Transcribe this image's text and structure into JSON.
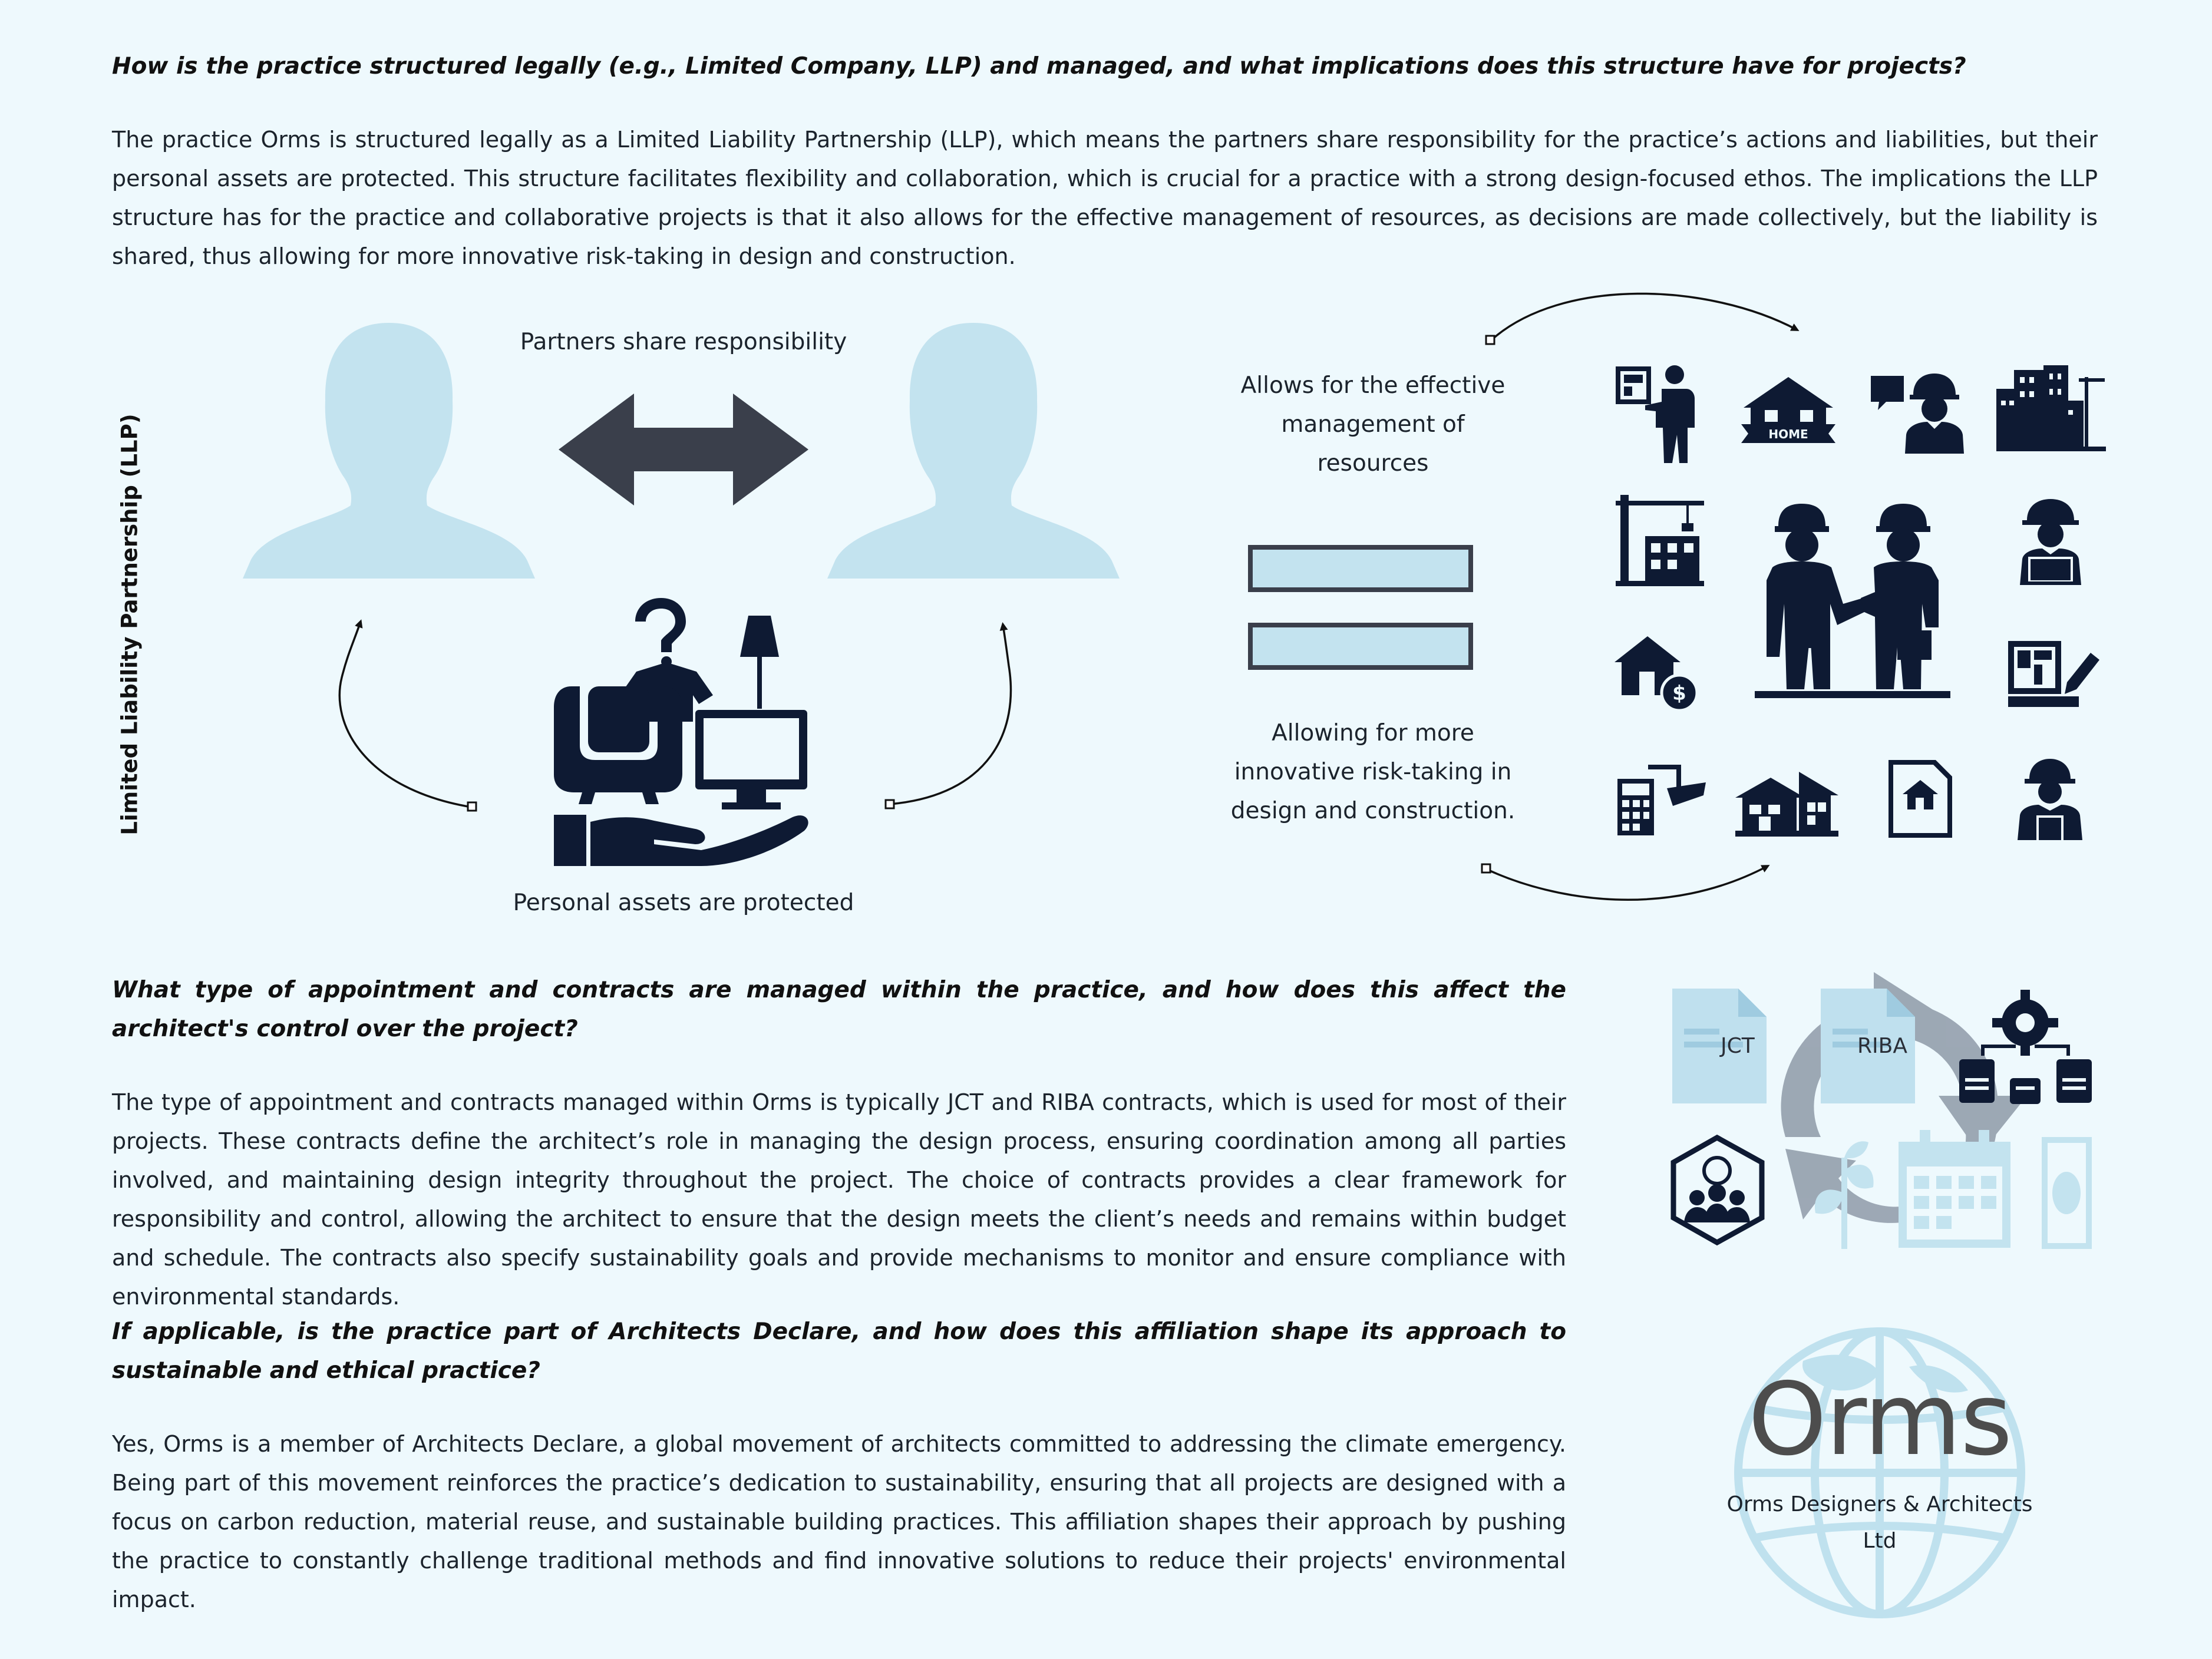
{
  "section1": {
    "question": "How is the practice structured legally (e.g., Limited Company, LLP) and managed, and what implications does this structure have for projects?",
    "answer": "The practice Orms is structured legally as a Limited Liability Partnership (LLP), which means the partners share responsibility for the practice’s actions and liabilities, but their personal assets are protected. This structure facilitates flexibility and collaboration, which is crucial for a practice with a strong design-focused ethos. The implications the LLP structure has for the practice and collaborative projects is that it also allows for the effective management of resources, as decisions are made collectively, but the liability is shared, thus allowing for more innovative risk-taking in design and construction."
  },
  "diagram_left": {
    "vertical_label": "Limited Liability Partnership (LLP)",
    "top_label": "Partners share responsibility",
    "bottom_label": "Personal assets are protected",
    "colors": {
      "silhouette": "#c3e3ef",
      "arrow": "#3a3f4b",
      "icon": "#0e1a33"
    },
    "icons": [
      "partner-silhouette-icon",
      "double-arrow-icon",
      "personal-assets-hand-icon"
    ]
  },
  "diagram_right": {
    "top_label": "Allows for the effective management of resources",
    "bottom_label": "Allowing for more innovative risk-taking in design and construction.",
    "home_sign": "HOME",
    "icons": [
      "architect-blueprint-icon",
      "home-house-icon",
      "worker-speech-icon",
      "city-buildings-icon",
      "construction-crane-icon",
      "engineer-laptop-icon",
      "handshake-engineers-icon",
      "house-dollar-icon",
      "blueprint-pencil-icon",
      "calculator-drafting-icon",
      "family-house-icon",
      "house-document-icon",
      "construction-worker-icon"
    ],
    "colors": {
      "bars_fill": "#c3e3ef",
      "bars_stroke": "#3a3f4b",
      "icon": "#0e1a33"
    }
  },
  "section2": {
    "question": "What type of appointment and contracts are managed within the practice, and how does this affect the architect's control over the project?",
    "answer": "The type of appointment and contracts managed within Orms is typically JCT and RIBA contracts, which is used for most of their projects. These contracts define the architect’s role in managing the design process, ensuring coordination among all parties involved, and maintaining design integrity throughout the project. The choice of contracts provides a clear framework for responsibility and control, allowing the architect to ensure that the design meets the client’s needs and remains within budget and schedule. The contracts also specify sustainability goals and provide mechanisms to monitor and ensure compliance with environmental standards."
  },
  "contracts_graphic": {
    "doc1": "JCT",
    "doc2": "RIBA",
    "icons": [
      "document-icon",
      "cycle-arrows-icon",
      "gear-team-icon",
      "team-gear-hexagon-icon",
      "plant-icon",
      "calendar-icon",
      "money-icon"
    ]
  },
  "section3": {
    "question": "If applicable, is the practice part of Architects Declare, and how does this affiliation shape its approach to sustainable and ethical practice?",
    "answer": "Yes, Orms is a member of Architects Declare, a global movement of architects committed to addressing the climate emergency. Being part of this movement reinforces the practice’s dedication to sustainability, ensuring that all projects are designed with a focus on carbon reduction, material reuse, and sustainable building practices. This affiliation shapes their approach by pushing the practice to constantly challenge traditional methods and find innovative solutions to reduce their projects' environmental impact."
  },
  "logo": {
    "wordmark": "Orms",
    "caption_line1": "Orms Designers & Architects",
    "caption_line2": "Ltd",
    "colors": {
      "globe": "#bfe1ee",
      "wordmark": "#4d4d4d"
    }
  }
}
